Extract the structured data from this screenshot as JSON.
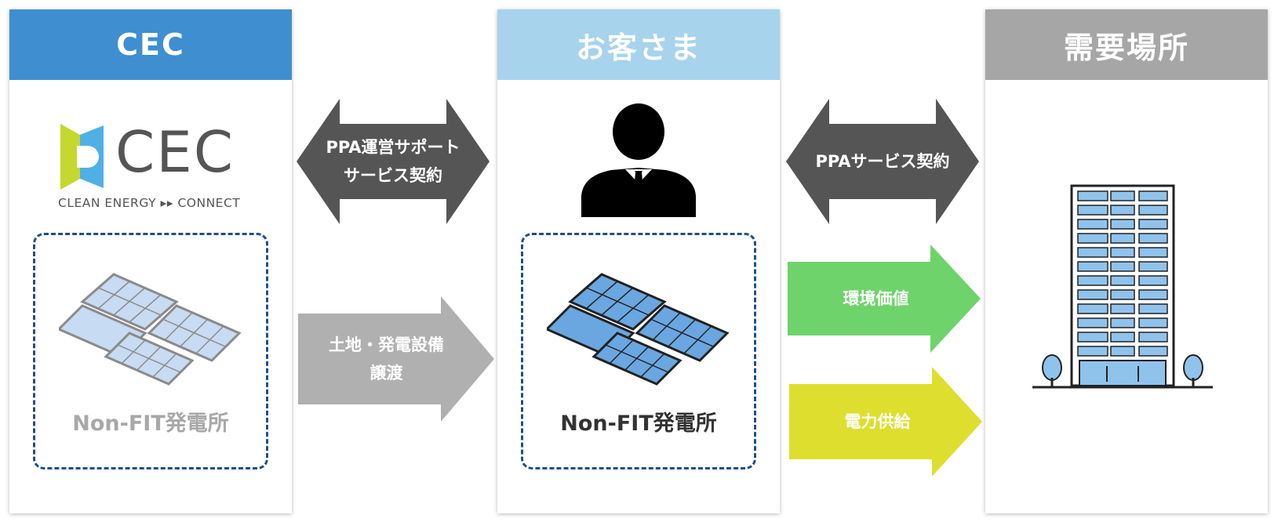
{
  "panels": {
    "cec": {
      "title": "CEC",
      "header_color": "#3f8ecf"
    },
    "customer": {
      "title": "お客さま",
      "header_color": "#a7d3ec"
    },
    "demand": {
      "title": "需要場所",
      "header_color": "#a6a6a6"
    }
  },
  "logo": {
    "text": "CEC",
    "subtitle": "CLEAN ENERGY ▸▸ CONNECT"
  },
  "plant_label": "Non-FIT発電所",
  "arrows": {
    "ppa_support": {
      "line1": "PPA運営サポート",
      "line2": "サービス契約",
      "color": "#555555"
    },
    "land_transfer": {
      "line1": "土地・発電設備",
      "line2": "譲渡",
      "color": "#b0b0b0"
    },
    "ppa_service": {
      "line1": "PPAサービス契約",
      "color": "#555555"
    },
    "env_value": {
      "line1": "環境価値",
      "color": "#6ed36a"
    },
    "power_supply": {
      "line1": "電力供給",
      "color": "#dede2e"
    }
  },
  "icons": {
    "solar_panels_gray": "solar-panels-icon",
    "solar_panels_blue": "solar-panels-icon",
    "person": "businessman-icon",
    "building": "office-building-icon"
  }
}
